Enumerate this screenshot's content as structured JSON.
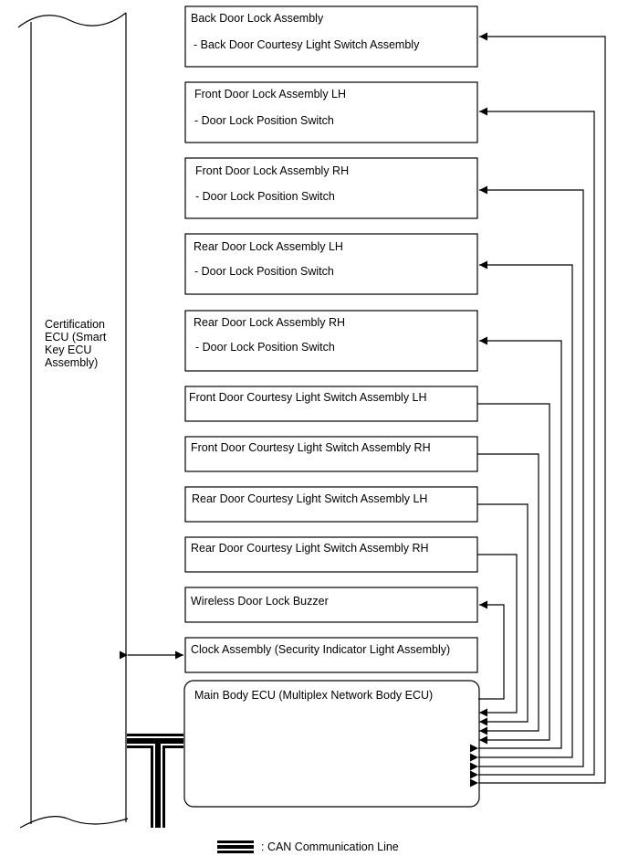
{
  "ecu": {
    "line1": "Certification",
    "line2": "ECU (Smart",
    "line3": "Key ECU",
    "line4": "Assembly)"
  },
  "boxes": {
    "back_door": {
      "title": "Back Door Lock Assembly",
      "sub": "- Back Door Courtesy Light Switch Assembly"
    },
    "front_lh": {
      "title": "Front Door Lock Assembly LH",
      "sub": "- Door Lock Position Switch"
    },
    "front_rh": {
      "title": "Front Door Lock Assembly RH",
      "sub": "- Door Lock Position Switch"
    },
    "rear_lh": {
      "title": "Rear Door Lock Assembly LH",
      "sub": "- Door Lock Position Switch"
    },
    "rear_rh": {
      "title": "Rear Door Lock Assembly RH",
      "sub": "- Door Lock Position Switch"
    },
    "fd_courtesy_lh": {
      "title": "Front Door Courtesy Light Switch Assembly LH"
    },
    "fd_courtesy_rh": {
      "title": "Front Door Courtesy Light Switch Assembly RH"
    },
    "rd_courtesy_lh": {
      "title": "Rear Door Courtesy Light Switch Assembly LH"
    },
    "rd_courtesy_rh": {
      "title": "Rear Door Courtesy Light Switch Assembly RH"
    },
    "buzzer": {
      "title": "Wireless Door Lock Buzzer"
    },
    "clock": {
      "title": "Clock Assembly (Security Indicator Light Assembly)"
    },
    "main_body": {
      "title": "Main Body ECU (Multiplex Network Body ECU)"
    }
  },
  "legend": {
    "label": ": CAN Communication Line"
  }
}
